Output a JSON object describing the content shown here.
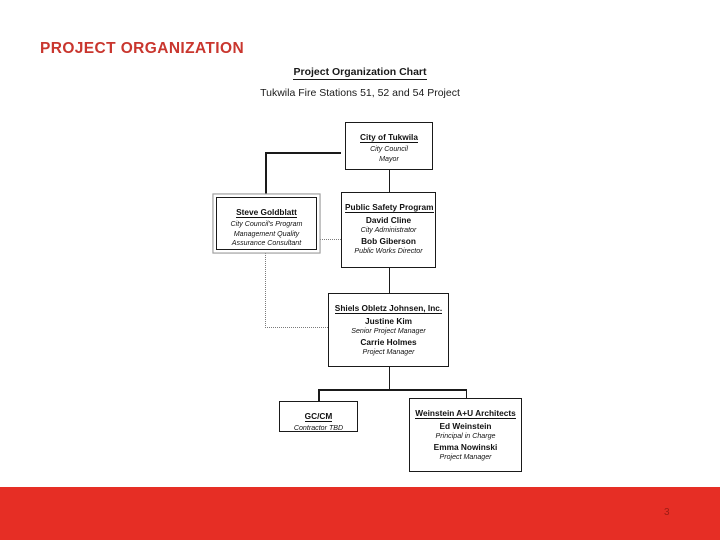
{
  "slide": {
    "title": "PROJECT ORGANIZATION",
    "page_number": "3",
    "accent_color": "#e62e25",
    "title_color": "#c9362e"
  },
  "chart": {
    "heading": "Project Organization Chart",
    "subheading": "Tukwila Fire Stations 51, 52 and 54 Project",
    "type": "org-chart",
    "nodes": {
      "city": {
        "title": "City of Tukwila",
        "line1": "City Council",
        "line2": "Mayor"
      },
      "goldblatt": {
        "title": "Steve Goldblatt",
        "role_line1": "City Council's Program",
        "role_line2": "Management Quality",
        "role_line3": "Assurance Consultant"
      },
      "public_safety": {
        "title": "Public Safety Program",
        "name1": "David Cline",
        "role1": "City Administrator",
        "name2": "Bob Giberson",
        "role2": "Public Works Director"
      },
      "soj": {
        "title": "Shiels Obletz Johnsen, Inc.",
        "name1": "Justine Kim",
        "role1": "Senior Project Manager",
        "name2": "Carrie Holmes",
        "role2": "Project Manager"
      },
      "gccm": {
        "title": "GC/CM",
        "role1": "Contractor TBD"
      },
      "weinstein": {
        "title": "Weinstein A+U Architects",
        "name1": "Ed Weinstein",
        "role1": "Principal in Charge",
        "name2": "Emma Nowinski",
        "role2": "Project Manager"
      }
    }
  }
}
